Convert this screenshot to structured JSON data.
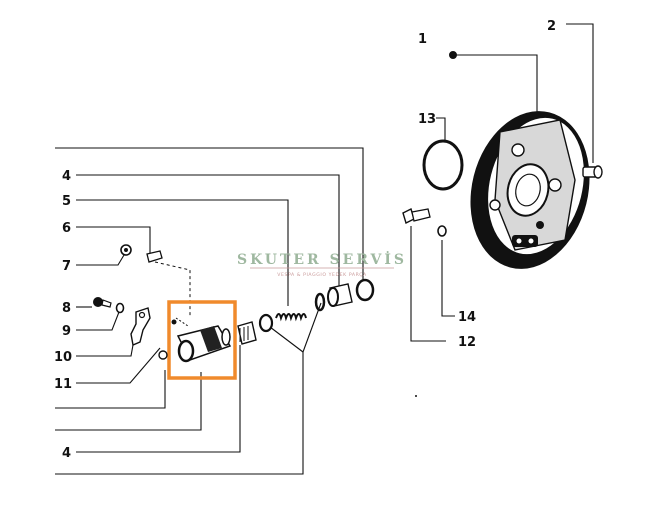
{
  "watermark": {
    "title": "SKUTER SERVİS",
    "subtitle": "VESPA & PIAGGIO YEDEK PARÇA",
    "color": "#9fb8a0",
    "rule_color": "#c99a9a"
  },
  "highlight": {
    "color": "#f08a2c"
  },
  "callouts": {
    "c1": "1",
    "c2": "2",
    "c13": "13",
    "c4a": "4",
    "c5": "5",
    "c6": "6",
    "c7": "7",
    "c8": "8",
    "c9": "9",
    "c10": "10",
    "c11": "11",
    "c4b": "4",
    "c14": "14",
    "c12": "12"
  }
}
